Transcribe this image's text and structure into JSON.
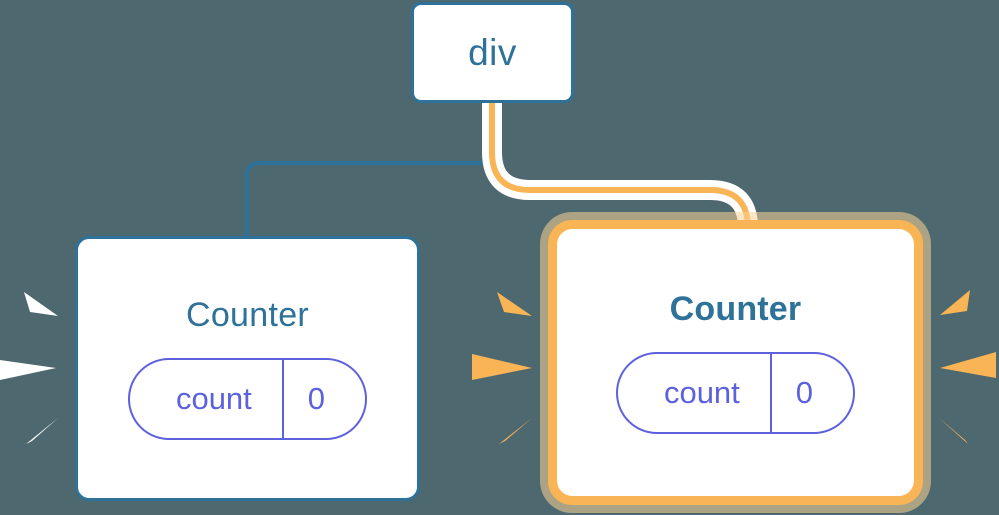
{
  "diagram": {
    "title": "component-tree-rerender",
    "background_color": "#4d686f",
    "colors": {
      "blue": "#2e7199",
      "orange": "#f9b456",
      "orange_glow": "#fbd2a0",
      "purple": "#5d61dd",
      "white": "#ffffff"
    }
  },
  "nodes": {
    "root": {
      "label": "div",
      "type": "html-element",
      "highlighted": false,
      "border_color": "#2e7199",
      "text_color": "#2e7199"
    },
    "counter_left": {
      "label": "Counter",
      "type": "component",
      "highlighted": false,
      "border_color": "#2e7199",
      "text_color": "#2e7199",
      "state": {
        "key": "count",
        "value": "0"
      }
    },
    "counter_right": {
      "label": "Counter",
      "type": "component",
      "highlighted": true,
      "border_color": "#f9b456",
      "text_color": "#2e7199",
      "state": {
        "key": "count",
        "value": "0"
      }
    }
  },
  "edges": [
    {
      "name": "root-to-counter-left",
      "from": "root",
      "to": "counter_left",
      "color": "#2e7199",
      "highlighted": false
    },
    {
      "name": "root-to-counter-right",
      "from": "root",
      "to": "counter_right",
      "color": "#f9b456",
      "highlighted": true
    }
  ],
  "sparks": {
    "left_group_color": "#ffffff",
    "mid_group_color": "#f9b456",
    "right_group_color": "#f9b456",
    "count_per_group": 3
  }
}
